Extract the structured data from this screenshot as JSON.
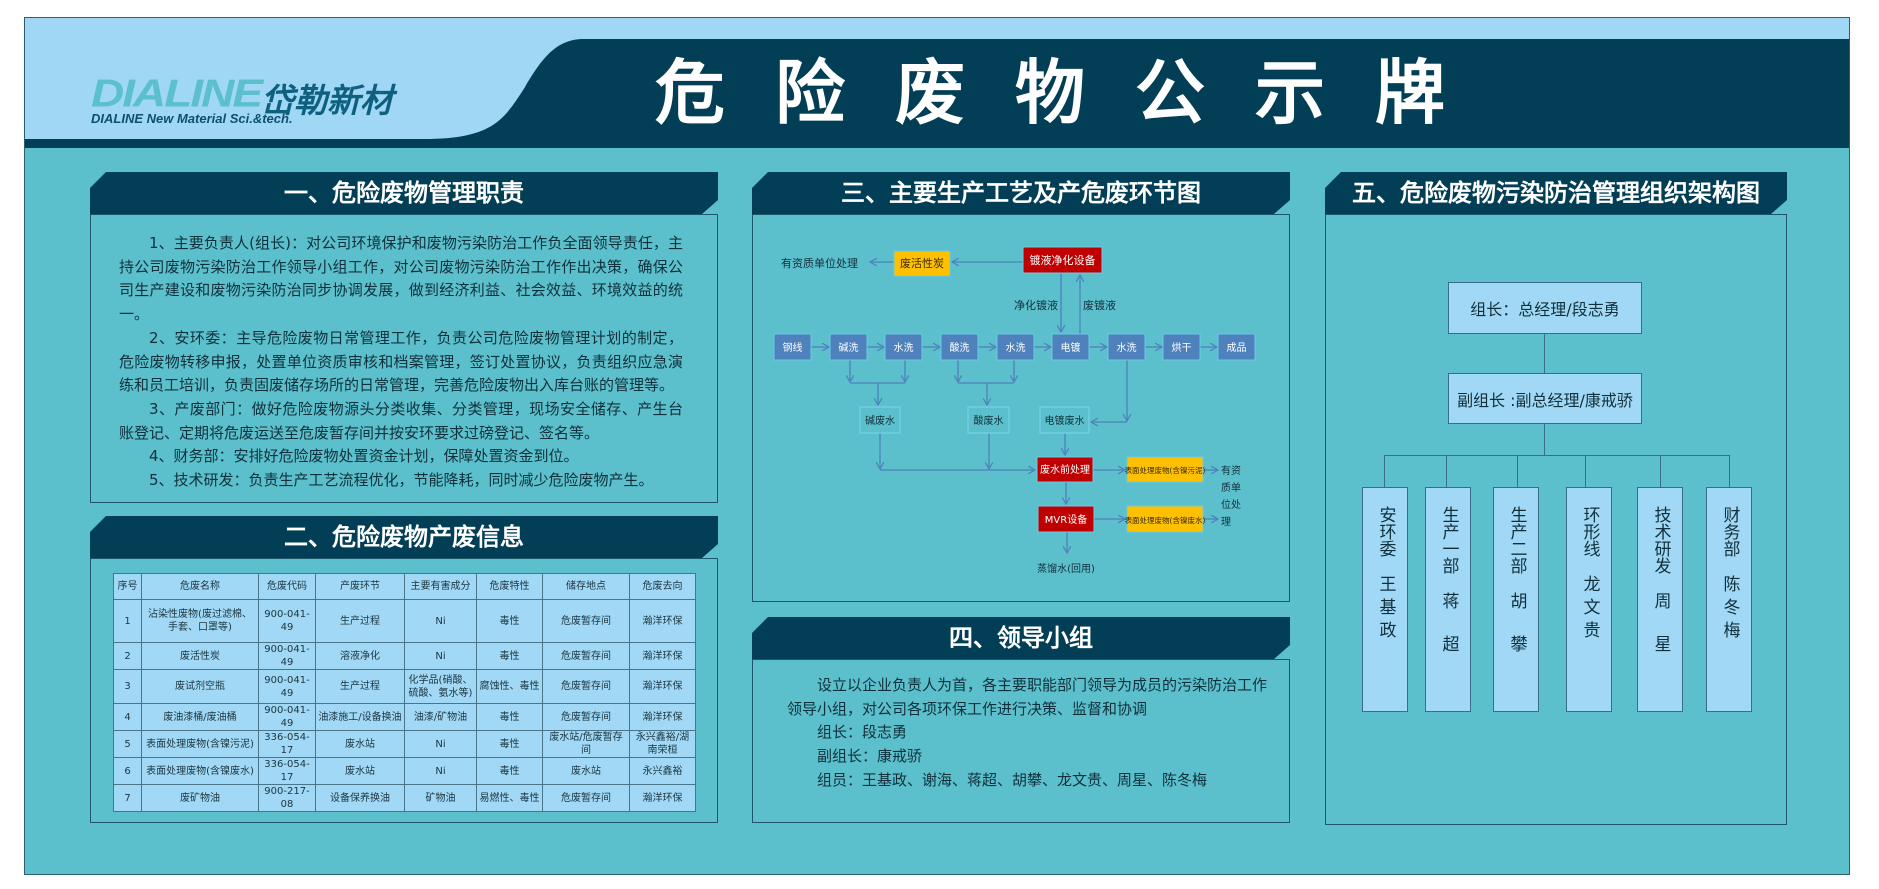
{
  "header": {
    "logo_en": "DIALINE",
    "logo_cn": "岱勒新材",
    "logo_sub": "DIALINE New Material Sci.&tech.",
    "title": "危险废物公示牌"
  },
  "colors": {
    "board": "#5BBFCC",
    "dark": "#023E55",
    "light": "#A0D8F5",
    "process": "#4F81BD",
    "red": "#C00000",
    "yellow": "#FFC000"
  },
  "section1": {
    "title": "一、危险废物管理职责",
    "paragraphs": [
      "1、主要负责人(组长)：对公司环境保护和废物污染防治工作负全面领导责任，主持公司废物污染防治工作领导小组工作，对公司废物污染防治工作作出决策，确保公司生产建设和废物污染防治同步协调发展，做到经济利益、社会效益、环境效益的统一。",
      "2、安环委：主导危险废物日常管理工作，负责公司危险废物管理计划的制定，危险废物转移申报，处置单位资质审核和档案管理，签订处置协议，负责组织应急演练和员工培训，负责固废储存场所的日常管理，完善危险废物出入库台账的管理等。",
      "3、产废部门：做好危险废物源头分类收集、分类管理，现场安全储存、产生台账登记、定期将危废运送至危废暂存间并按安环要求过磅登记、签名等。",
      "4、财务部：安排好危险废物处置资金计划，保障处置资金到位。",
      "5、技术研发：负责生产工艺流程优化，节能降耗，同时减少危险废物产生。"
    ]
  },
  "section2": {
    "title": "二、危险废物产废信息",
    "columns": [
      "序号",
      "危废名称",
      "危废代码",
      "产废环节",
      "主要有害成分",
      "危废特性",
      "储存地点",
      "危废去向"
    ],
    "rows": [
      [
        "1",
        "沾染性废物(废过滤棉、手套、口罩等)",
        "900-041-49",
        "生产过程",
        "Ni",
        "毒性",
        "危废暂存间",
        "瀚洋环保"
      ],
      [
        "2",
        "废活性炭",
        "900-041-49",
        "溶液净化",
        "Ni",
        "毒性",
        "危废暂存间",
        "瀚洋环保"
      ],
      [
        "3",
        "废试剂空瓶",
        "900-041-49",
        "生产过程",
        "化学品(硝酸、硫酸、氨水等)",
        "腐蚀性、毒性",
        "危废暂存间",
        "瀚洋环保"
      ],
      [
        "4",
        "废油漆桶/废油桶",
        "900-041-49",
        "油漆施工/设备换油",
        "油漆/矿物油",
        "毒性",
        "危废暂存间",
        "瀚洋环保"
      ],
      [
        "5",
        "表面处理废物(含镍污泥)",
        "336-054-17",
        "废水站",
        "Ni",
        "毒性",
        "废水站/危废暂存间",
        "永兴鑫裕/湖南荣桓"
      ],
      [
        "6",
        "表面处理废物(含镍废水)",
        "336-054-17",
        "废水站",
        "Ni",
        "毒性",
        "废水站",
        "永兴鑫裕"
      ],
      [
        "7",
        "废矿物油",
        "900-217-08",
        "设备保养换油",
        "矿物油",
        "易燃性、毒性",
        "危废暂存间",
        "瀚洋环保"
      ]
    ]
  },
  "section3": {
    "title": "三、主要生产工艺及产危废环节图",
    "process": [
      "钢线",
      "碱洗",
      "水洗",
      "酸洗",
      "水洗",
      "电镀",
      "水洗",
      "烘干",
      "成品"
    ],
    "qualified_disposal": "有资质单位处理",
    "activated_carbon": "废活性炭",
    "purifier": "镀液净化设备",
    "purified_liquid": "净化镀液",
    "waste_plating_liquid": "废镀液",
    "alkali_wastewater": "碱废水",
    "acid_wastewater": "酸废水",
    "plating_wastewater": "电镀废水",
    "pretreatment": "废水前处理",
    "mvr": "MVR设备",
    "sludge": "表面处理废物(含镍污泥)",
    "nickel_wastewater": "表面处理废物(含镍废水)",
    "qualified_disposal_lines": [
      "有资",
      "质单",
      "位处",
      "理"
    ],
    "distilled_water": "蒸馏水(回用)"
  },
  "section4": {
    "title": "四、领导小组",
    "intro": "设立以企业负责人为首，各主要职能部门领导为成员的污染防治工作领导小组，对公司各项环保工作进行决策、监督和协调",
    "leader": "组长：段志勇",
    "deputy": "副组长：康戒骄",
    "members": "组员：王基政、谢海、蒋超、胡攀、龙文贵、周星、陈冬梅"
  },
  "section5": {
    "title": "五、危险废物污染防治管理组织架构图",
    "leader": "组长：总经理/段志勇",
    "deputy": "副组长 :副总经理/康戒骄",
    "departments": [
      {
        "dept": "安环委",
        "name": "王基政"
      },
      {
        "dept": "生产一部",
        "name": "蒋超"
      },
      {
        "dept": "生产二部",
        "name": "胡攀"
      },
      {
        "dept": "环形线",
        "name": "龙文贵"
      },
      {
        "dept": "技术研发",
        "name": "周星"
      },
      {
        "dept": "财务部",
        "name": "陈冬梅"
      }
    ]
  }
}
